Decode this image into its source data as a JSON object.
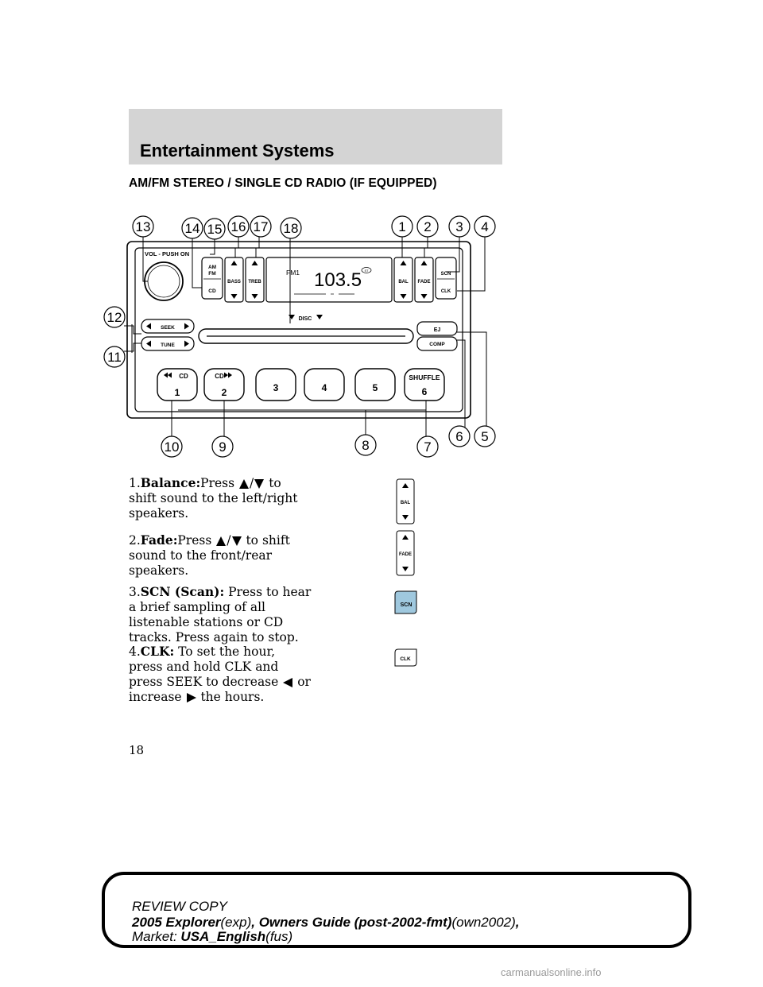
{
  "header": {
    "title": "Entertainment Systems"
  },
  "section_title": "AM/FM STEREO / SINGLE CD RADIO (IF EQUIPPED)",
  "radio": {
    "callouts": [
      "13",
      "14",
      "15",
      "16",
      "17",
      "18",
      "1",
      "2",
      "3",
      "4",
      "12",
      "11",
      "10",
      "9",
      "8",
      "7",
      "6",
      "5"
    ],
    "vol_label": "VOL - PUSH ON",
    "am_label": "AM",
    "fm_label": "FM",
    "cd_label": "CD",
    "bass_label": "BASS",
    "treb_label": "TREB",
    "bal_label": "BAL",
    "fade_label": "FADE",
    "scn_label": "SCN",
    "clk_label": "CLK",
    "display_band": "FM1",
    "display_freq": "103.5",
    "display_st": "ST",
    "disc_label": "DISC",
    "seek_label": "SEEK",
    "tune_label": "TUNE",
    "ej_label": "EJ",
    "comp_label": "COMP",
    "preset_top": [
      "CD",
      "CD",
      "",
      "",
      "",
      "SHUFFLE"
    ],
    "preset_numbers": [
      "1",
      "2",
      "3",
      "4",
      "5",
      "6"
    ]
  },
  "items": [
    {
      "number": "1.",
      "name": "Balance:",
      "text_a": "Press",
      "sep": "/",
      "text_b": "to shift sound to the left/right speakers.",
      "icon_label": "BAL"
    },
    {
      "number": "2.",
      "name": "Fade:",
      "text_a": "Press",
      "sep": "/",
      "text_b": "to shift sound to the front/rear speakers.",
      "icon_label": "FADE"
    },
    {
      "number": "3.",
      "name": "SCN (Scan):",
      "text": "Press to hear a brief sampling of all listenable stations or CD tracks. Press again to stop.",
      "icon_label": "SCN"
    },
    {
      "number": "4.",
      "name": "CLK:",
      "text_a": "To set the hour, press and hold CLK and press SEEK to decrease",
      "text_mid": "or increase",
      "text_b": "the hours.",
      "icon_label": "CLK"
    }
  ],
  "page_number": "18",
  "footer": {
    "review": "REVIEW COPY",
    "line2_a": "2005 Explorer",
    "line2_b": "(exp)",
    "line2_c": ", Owners Guide (post-2002-fmt)",
    "line2_d": "(own2002)",
    "line2_e": ",",
    "line3_a": "Market:",
    "line3_b": "USA_English",
    "line3_c": "(fus)"
  },
  "watermark": "carmanualsonline.info",
  "colors": {
    "header_band": "#d4d4d4",
    "scn_button": "#9fc8de",
    "text": "#000000"
  }
}
